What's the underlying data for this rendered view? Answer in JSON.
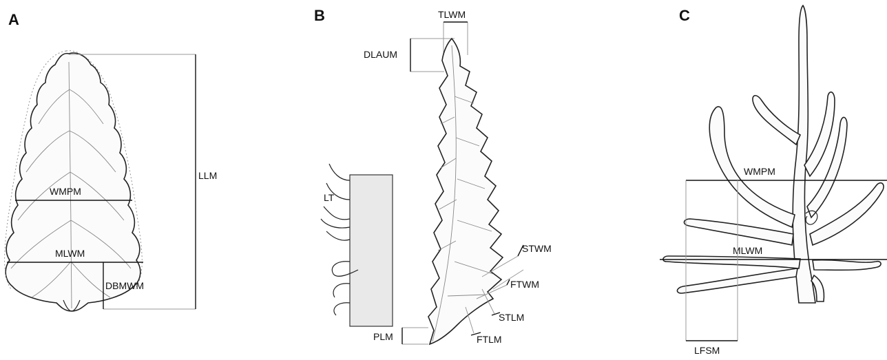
{
  "panels": {
    "a": {
      "letter": "A",
      "labels": {
        "llm": "LLM",
        "wmpm": "WMPM",
        "mlwm": "MLWM",
        "dbmwm": "DBMWM"
      }
    },
    "b": {
      "letter": "B",
      "labels": {
        "tlwm": "TLWM",
        "dlaum": "DLAUM",
        "lt": "LT",
        "stwm": "STWM",
        "ftwm": "FTWM",
        "stlm": "STLM",
        "ftlm": "FTLM",
        "plm": "PLM"
      }
    },
    "c": {
      "letter": "C",
      "labels": {
        "wmpm": "WMPM",
        "mlwm": "MLWM",
        "lfsm": "LFSM"
      }
    }
  }
}
